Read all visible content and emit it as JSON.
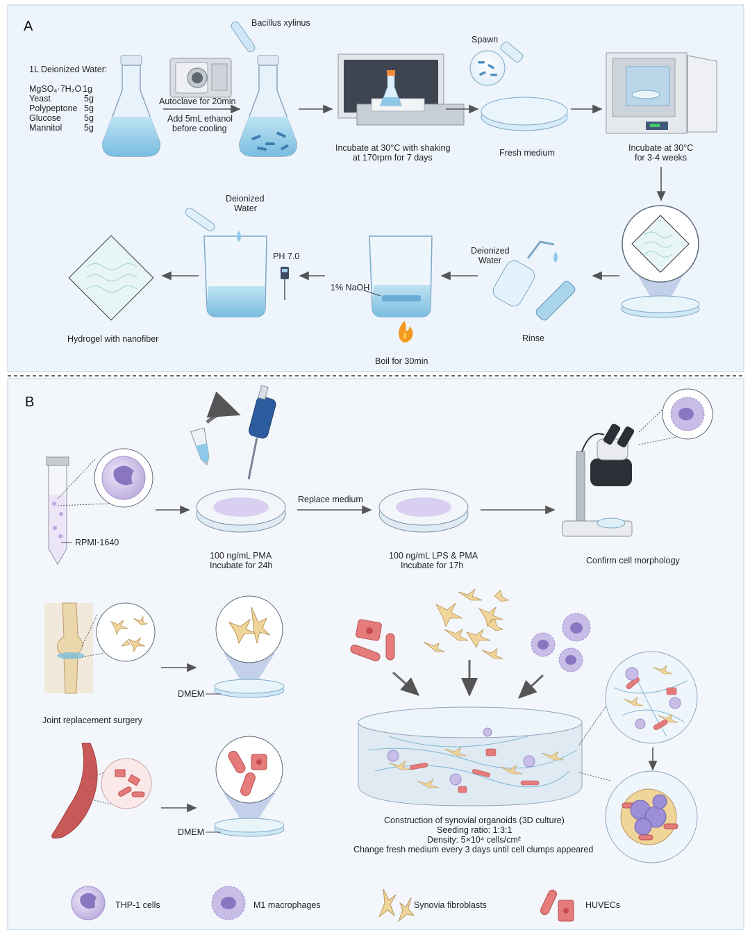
{
  "panel_a": {
    "label": "A",
    "water_title": "1L  Deionized  Water:",
    "recipe": [
      {
        "name": "MgSO₄·7H₂O",
        "amount": "1g"
      },
      {
        "name": "Yeast",
        "amount": "5g"
      },
      {
        "name": "Polypeptone",
        "amount": "5g"
      },
      {
        "name": "Glucose",
        "amount": "5g"
      },
      {
        "name": "Mannitol",
        "amount": "5g"
      }
    ],
    "bacillus": "Bacillus xylinus",
    "autoclave_1": "Autoclave for 20min",
    "autoclave_2": "Add 5mL ethanol",
    "autoclave_3": "before cooling",
    "shake_1": "Incubate at 30°C with shaking",
    "shake_2": "at 170rpm for 7 days",
    "spawn": "Spawn",
    "fresh_medium": "Fresh medium",
    "incubate_1": "Incubate at 30°C",
    "incubate_2": "for 3-4 weeks",
    "rinse": "Rinse",
    "rinse_water_1": "Deionized",
    "rinse_water_2": "Water",
    "naoh": "1% NaOH",
    "boil": "Boil for 30min",
    "ph": "PH 7.0",
    "final_water_1": "Deionized",
    "final_water_2": "Water",
    "hydrogel": "Hydrogel with nanofiber"
  },
  "panel_b": {
    "label": "B",
    "rpmi": "RPMI-1640",
    "pma_1": "100 ng/mL PMA",
    "pma_2": "Incubate for 24h",
    "replace": "Replace medium",
    "lps_1": "100 ng/mL LPS & PMA",
    "lps_2": "Incubate for 17h",
    "confirm": "Confirm cell morphology",
    "joint": "Joint replacement surgery",
    "dmem_1": "DMEM",
    "dmem_2": "DMEM",
    "construct_1": "Construction of synovial organoids (3D culture)",
    "construct_2": "Seeding ratio: 1:3:1",
    "construct_3": "Density: 5×10⁴ cells/cm²",
    "construct_4": "Change fresh medium  every 3 days until cell clumps appeared"
  },
  "legend": {
    "thp1": "THP-1 cells",
    "m1": "M1 macrophages",
    "fibro": "Synovia fibroblasts",
    "huvec": "HUVECs"
  },
  "colors": {
    "panel_a_bg": "#eef4fb",
    "panel_b_bg": "#f3f7fc",
    "medium_blue": "#9fd0ea",
    "cell_purple": "#b4a3d8",
    "fibroblast": "#f0d59a",
    "huvec_red": "#e57b7b"
  }
}
